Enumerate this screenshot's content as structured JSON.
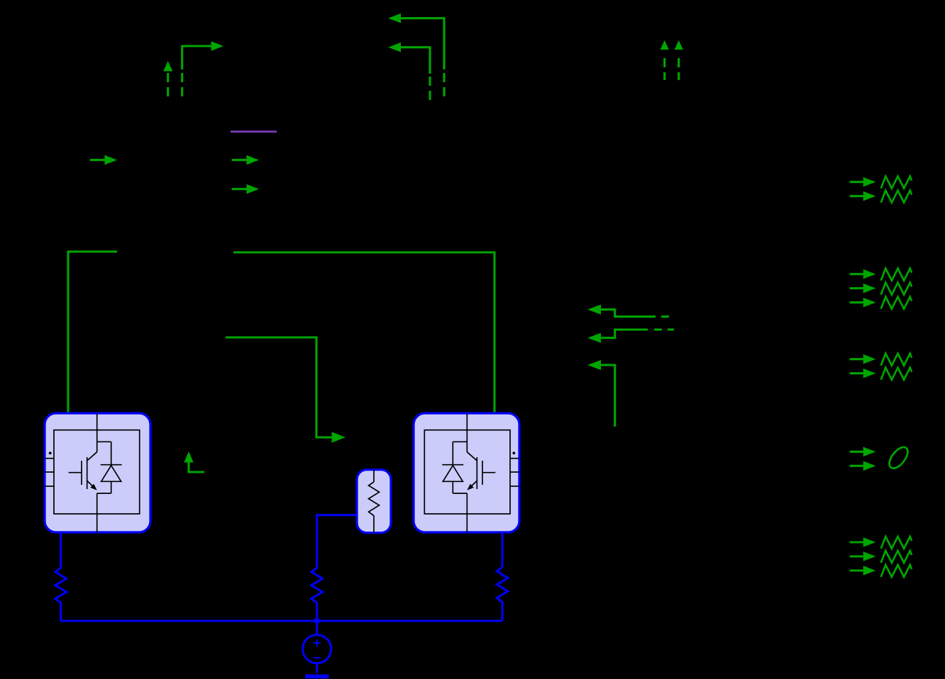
{
  "app": {
    "type": "schematic-editor-canvas",
    "description": "Power-electronics thermal simulation schematic on black canvas; block bodies are black (invisible), only wires, arrows and heat-sink components are visible"
  },
  "colors": {
    "background": "#000000",
    "signal_green": "#00a500",
    "electrical_blue": "#0000f5",
    "heatsink_fill": "#ccccfa",
    "heatsink_border": "#0000f5",
    "component_black": "#000000",
    "magnetic_purple": "#7f3fc3"
  },
  "source": {
    "plus": "+",
    "minus": "−"
  },
  "thermal_ports": {
    "tip_x": 1234.3,
    "groups": [
      {
        "id": "thermal-port-group-1",
        "symbol": "resistor",
        "ys": [
          256.7,
          276.7
        ]
      },
      {
        "id": "thermal-port-group-2",
        "symbol": "resistor",
        "ys": [
          386.7,
          406.7,
          426.7
        ]
      },
      {
        "id": "thermal-port-group-3",
        "symbol": "resistor",
        "ys": [
          506.7,
          526.7
        ]
      },
      {
        "id": "thermal-port-group-4",
        "symbol": "plain",
        "ys": [
          637.3,
          657.3
        ]
      },
      {
        "id": "thermal-port-group-5",
        "symbol": "resistor",
        "ys": [
          765,
          785,
          805
        ]
      }
    ]
  },
  "inventory": {
    "igbt_heatsink_modules": 2,
    "resistor_heatsink_module": 1,
    "blue_thermal_resistors": 3,
    "dc_source_with_polarity": true,
    "ground_symbol": true,
    "magnetic_purple_stub": 1,
    "dashed_up_arrows_top_left": 1,
    "dashed_up_arrows_top_right": 2,
    "left_pointing_arrows_top_middle": 2,
    "left_pointing_arrows_middle_right": 3,
    "right_pointing_input_arrows": 3,
    "right_side_port_rows": 12,
    "rotational_port_ellipse": 1
  }
}
